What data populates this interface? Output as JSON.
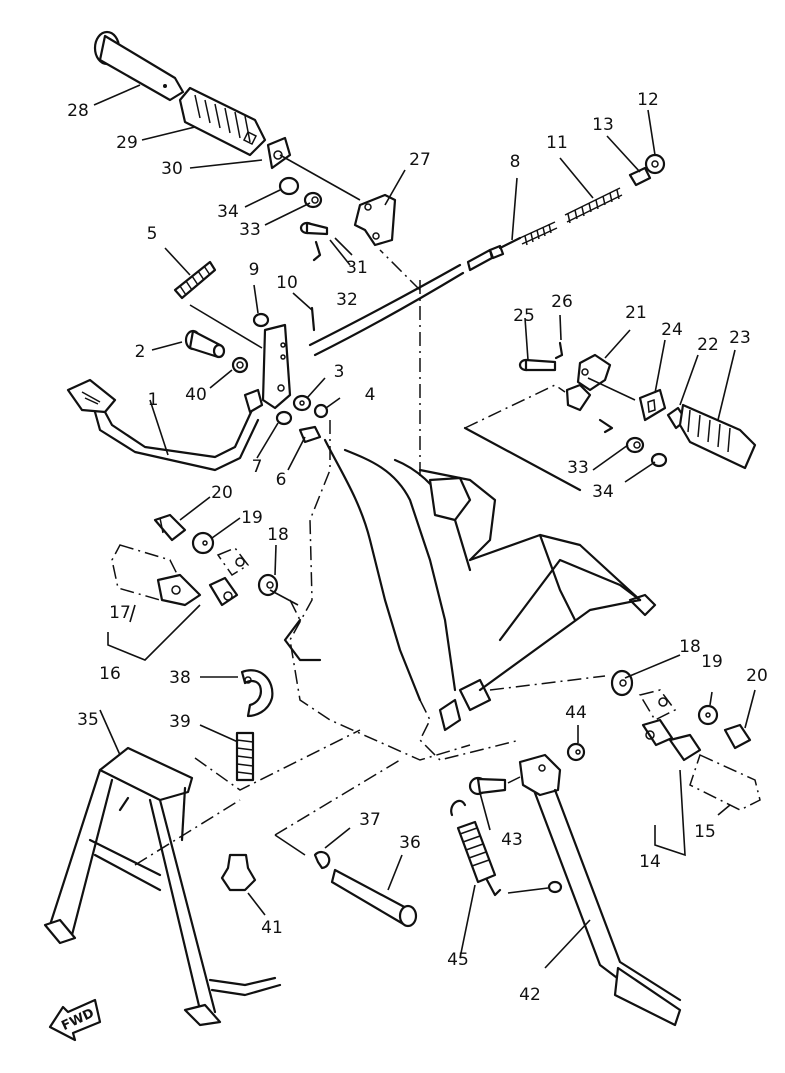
{
  "diagram": {
    "type": "exploded-parts-diagram",
    "subject": "Motorcycle stand & footrest assembly",
    "direction_indicator": "FWD",
    "callouts": [
      "1",
      "2",
      "3",
      "4",
      "5",
      "6",
      "7",
      "8",
      "9",
      "10",
      "11",
      "12",
      "13",
      "14",
      "15",
      "16",
      "17",
      "18",
      "18",
      "19",
      "19",
      "20",
      "20",
      "21",
      "22",
      "23",
      "24",
      "25",
      "26",
      "27",
      "28",
      "29",
      "30",
      "31",
      "32",
      "33",
      "33",
      "34",
      "34",
      "35",
      "36",
      "37",
      "38",
      "39",
      "40",
      "41",
      "42",
      "43",
      "44",
      "45"
    ]
  },
  "parts": {
    "p1": "1",
    "p2": "2",
    "p3": "3",
    "p4": "4",
    "p5": "5",
    "p6": "6",
    "p7": "7",
    "p8": "8",
    "p9": "9",
    "p10": "10",
    "p11": "11",
    "p12": "12",
    "p13": "13",
    "p14": "14",
    "p15": "15",
    "p16": "16",
    "p17": "17",
    "p18a": "18",
    "p18b": "18",
    "p19a": "19",
    "p19b": "19",
    "p20a": "20",
    "p20b": "20",
    "p21": "21",
    "p22": "22",
    "p23": "23",
    "p24": "24",
    "p25": "25",
    "p26": "26",
    "p27": "27",
    "p28": "28",
    "p29": "29",
    "p30": "30",
    "p31": "31",
    "p32": "32",
    "p33a": "33",
    "p33b": "33",
    "p34a": "34",
    "p34b": "34",
    "p35": "35",
    "p36": "36",
    "p37": "37",
    "p38": "38",
    "p39": "39",
    "p40": "40",
    "p41": "41",
    "p42": "42",
    "p43": "43",
    "p44": "44",
    "p45": "45"
  },
  "fwd_label": "FWD"
}
